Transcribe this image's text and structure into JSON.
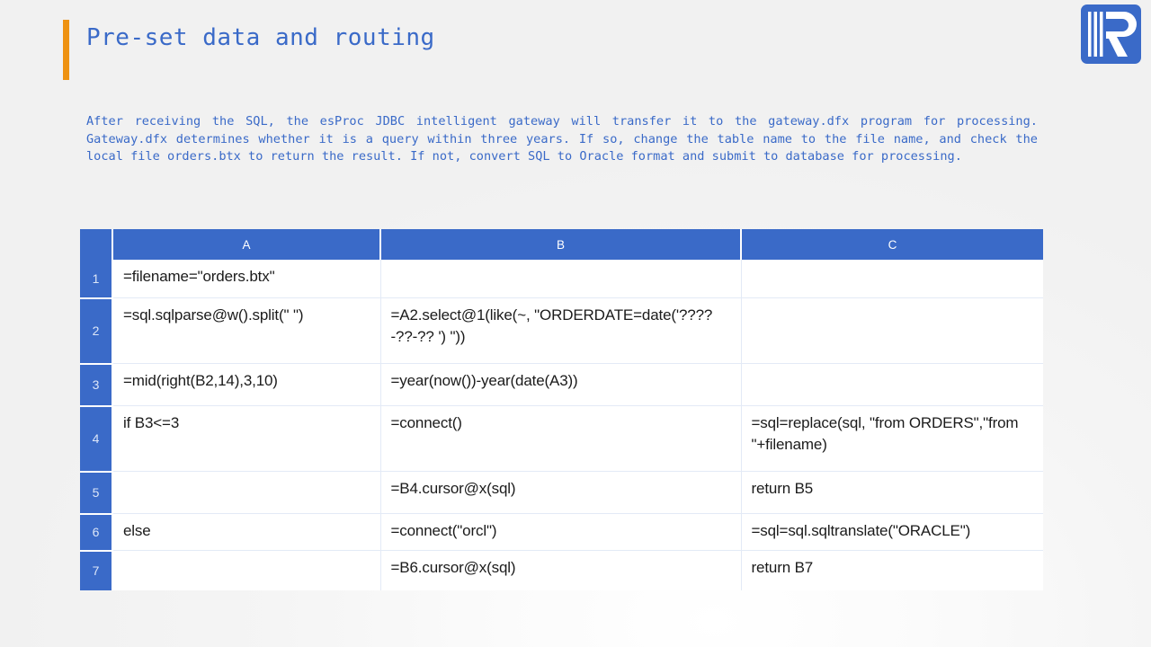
{
  "slide": {
    "title": "Pre-set data and routing",
    "accent_bar_color": "#ee9212",
    "title_color": "#3a6ac8",
    "body_color": "#3a6ac8",
    "table_header_color": "#3a6ac8",
    "background_color": "#f4f4f4",
    "body_text": "After receiving the SQL, the esProc JDBC intelligent gateway will transfer it to the gateway.dfx program for processing. Gateway.dfx determines whether it is a query within three years. If so, change the table name to the file name, and check the local file orders.btx to return the result. If not, convert SQL to Oracle format and submit to database for processing."
  },
  "logo": {
    "name": "raqsoft-logo",
    "letter": "R",
    "background_color": "#3a6ac8",
    "mark_color": "#ffffff"
  },
  "table": {
    "corner_label": "",
    "columns": [
      "A",
      "B",
      "C"
    ],
    "rows": [
      {
        "num": "1",
        "a": "=filename=\"orders.btx\"",
        "b": "",
        "c": ""
      },
      {
        "num": "2",
        "a": "=sql.sqlparse@w().split(\" \")",
        "b": "=A2.select@1(like(~, \"ORDERDATE=date('????-??-?? ') \"))",
        "c": ""
      },
      {
        "num": "3",
        "a": "=mid(right(B2,14),3,10)",
        "b": "=year(now())-year(date(A3))",
        "c": ""
      },
      {
        "num": "4",
        "a": "if B3<=3",
        "b": "=connect()",
        "c": "=sql=replace(sql, \"from ORDERS\",\"from \"+filename)"
      },
      {
        "num": "5",
        "a": "",
        "b": "=B4.cursor@x(sql)",
        "c": "return B5"
      },
      {
        "num": "6",
        "a": "else",
        "b": "=connect(\"orcl\")",
        "c": "=sql=sql.sqltranslate(\"ORACLE\")"
      },
      {
        "num": "7",
        "a": "",
        "b": "=B6.cursor@x(sql)",
        "c": "return B7"
      }
    ]
  }
}
